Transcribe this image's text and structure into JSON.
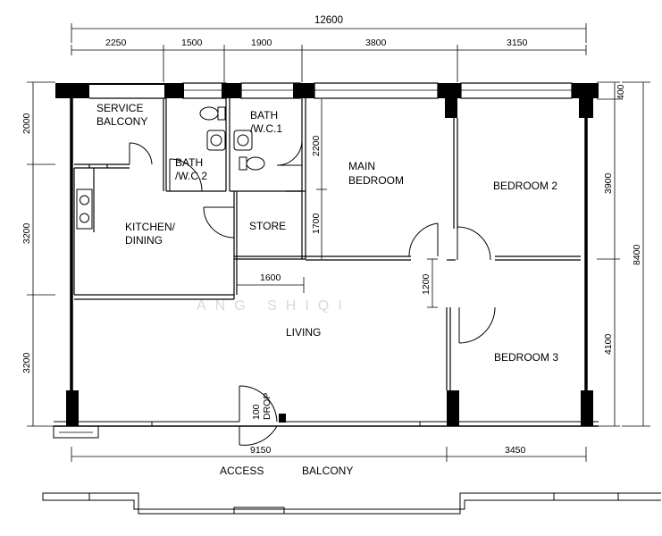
{
  "rooms": {
    "service_balcony_l1": "SERVICE",
    "service_balcony_l2": "BALCONY",
    "bath_wc1_l1": "BATH",
    "bath_wc1_l2": "/W.C.1",
    "bath_wc2_l1": "BATH",
    "bath_wc2_l2": "/W.C.2",
    "kitchen_l1": "KITCHEN/",
    "kitchen_l2": "DINING",
    "store": "STORE",
    "main_bedroom_l1": "MAIN",
    "main_bedroom_l2": "BEDROOM",
    "bedroom2": "BEDROOM 2",
    "bedroom3": "BEDROOM 3",
    "living": "LIVING",
    "access": "ACCESS",
    "balcony": "BALCONY"
  },
  "dimensions": {
    "total_width": "12600",
    "top": [
      "2250",
      "1500",
      "1900",
      "3800",
      "3150"
    ],
    "left": [
      "2000",
      "3200",
      "3200"
    ],
    "right_inner": [
      "400",
      "3900",
      "4100"
    ],
    "right_total": "8400",
    "bottom": [
      "9150",
      "3450"
    ],
    "main_bed_2200": "2200",
    "main_bed_1700": "1700",
    "store_1600": "1600",
    "corridor_1200": "1200",
    "drop_l1": "100",
    "drop_l2": "DROP"
  },
  "watermark": "ANG SHIQI"
}
